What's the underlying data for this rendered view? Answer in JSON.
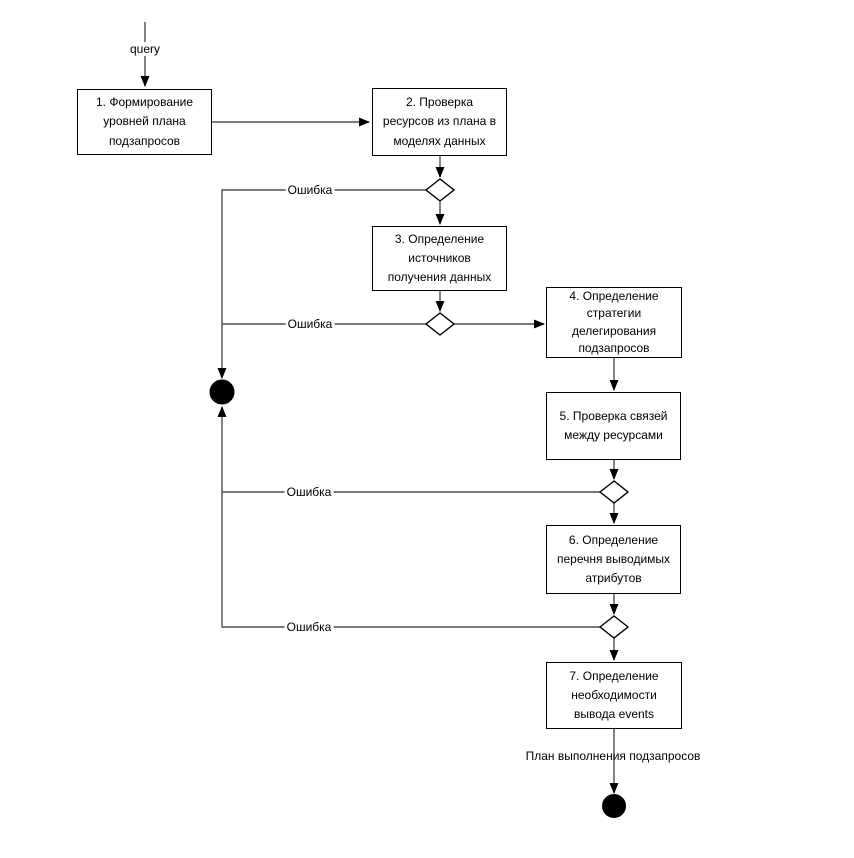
{
  "diagram": {
    "labels": {
      "query": "query",
      "error": "Ошибка",
      "result": "План выполнения подзапросов"
    },
    "nodes": [
      {
        "id": "1",
        "label": "1. Формирование\nуровней плана\nподзапросов"
      },
      {
        "id": "2",
        "label": "2. Проверка\nресурсов из плана в\nмоделях данных"
      },
      {
        "id": "3",
        "label": "3. Определение\nисточников\nполучения данных"
      },
      {
        "id": "4",
        "label": "4. Определение\nстратегии\nделегирования\nподзапросов"
      },
      {
        "id": "5",
        "label": "5. Проверка связей\nмежду ресурсами"
      },
      {
        "id": "6",
        "label": "6. Определение\nперечня выводимых\nатрибутов"
      },
      {
        "id": "7",
        "label": "7. Определение\nнеобходимости\nвывода events"
      }
    ],
    "colors": {
      "edge_line": "#4d4d4d",
      "shape_border": "#000000",
      "shape_fill": "#ffffff",
      "terminal_fill": "#000000",
      "text": "#000000"
    }
  }
}
